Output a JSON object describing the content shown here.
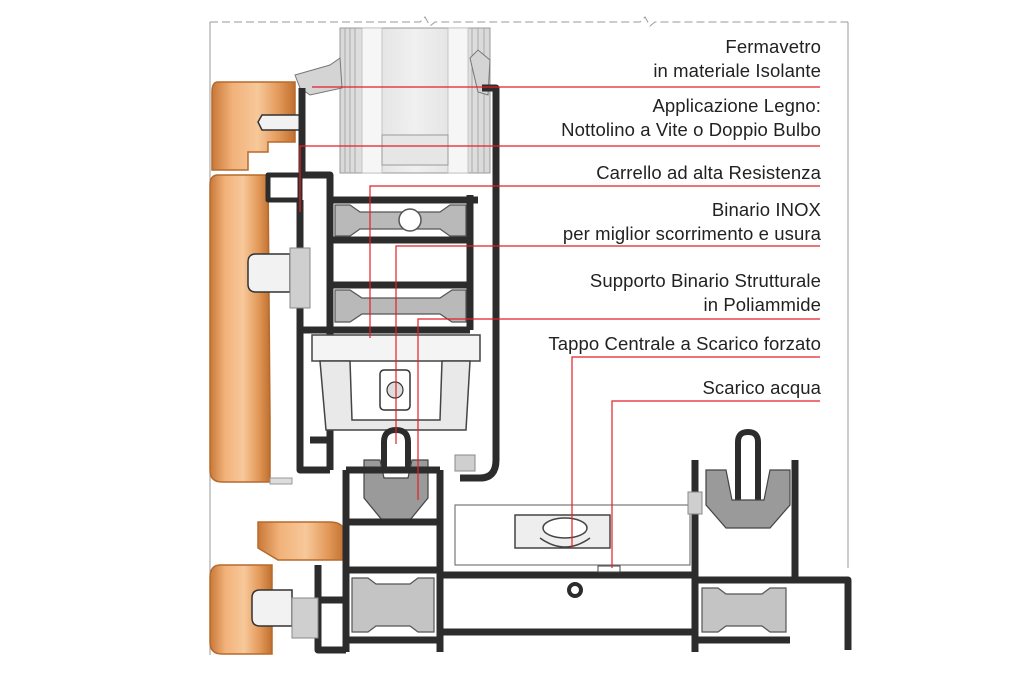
{
  "labels": [
    {
      "id": "fermavetro",
      "lines": [
        "Fermavetro",
        "in materiale Isolante"
      ]
    },
    {
      "id": "legno",
      "lines": [
        "Applicazione Legno:",
        "Nottolino a Vite o Doppio Bulbo"
      ]
    },
    {
      "id": "carrello",
      "lines": [
        "Carrello ad alta Resistenza"
      ]
    },
    {
      "id": "binario",
      "lines": [
        "Binario INOX",
        "per miglior scorrimento e usura"
      ]
    },
    {
      "id": "supporto",
      "lines": [
        "Supporto Binario Strutturale",
        "in Poliammide"
      ]
    },
    {
      "id": "tappo",
      "lines": [
        "Tappo Centrale a Scarico forzato"
      ]
    },
    {
      "id": "scarico",
      "lines": [
        "Scarico acqua"
      ]
    }
  ],
  "colors": {
    "profile": "#2c2c2c",
    "polyamide": "#8a8a8a",
    "wood_light": "#f0b078",
    "wood_dark": "#d88a4a",
    "glass": "#e4e4e4",
    "gasket": "#cfcfcf",
    "leader": "#e41f26",
    "text": "#222222"
  }
}
